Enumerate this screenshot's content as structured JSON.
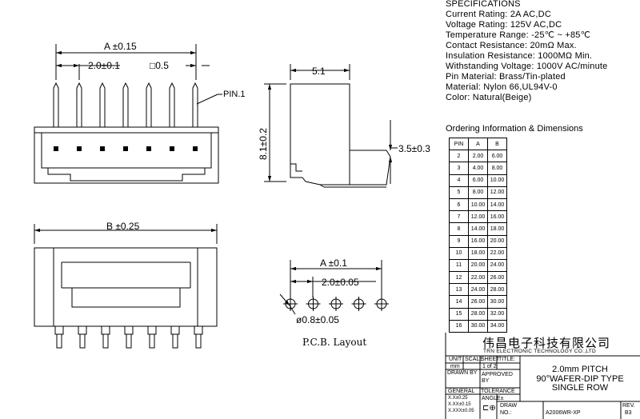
{
  "specifications": {
    "heading": "SPECIFICATIONS",
    "lines": [
      "Current Rating: 2A AC,DC",
      "Voltage Rating: 125V AC,DC",
      "Temperature Range: -25℃ ~ +85℃",
      "Contact Resistance: 20mΩ Max.",
      "Insulation Resistance: 1000MΩ Min.",
      "Withstanding Voltage: 1000V AC/minute",
      "Pin Material: Brass/Tin-plated",
      "Material: Nylon 66,UL94V-0",
      "Color: Natural(Beige)"
    ]
  },
  "ordering": {
    "title": "Ordering Information & Dimensions",
    "headers": [
      "PIN",
      "A",
      "B"
    ],
    "rows": [
      [
        "2",
        "2.00",
        "6.00"
      ],
      [
        "3",
        "4.00",
        "8.00"
      ],
      [
        "4",
        "6.00",
        "10.00"
      ],
      [
        "5",
        "8.00",
        "12.00"
      ],
      [
        "6",
        "10.00",
        "14.00"
      ],
      [
        "7",
        "12.00",
        "16.00"
      ],
      [
        "8",
        "14.00",
        "18.00"
      ],
      [
        "9",
        "16.00",
        "20.00"
      ],
      [
        "10",
        "18.00",
        "22.00"
      ],
      [
        "11",
        "20.00",
        "24.00"
      ],
      [
        "12",
        "22.00",
        "26.00"
      ],
      [
        "13",
        "24.00",
        "28.00"
      ],
      [
        "14",
        "26.00",
        "30.00"
      ],
      [
        "15",
        "28.00",
        "32.00"
      ],
      [
        "16",
        "30.00",
        "34.00"
      ]
    ]
  },
  "dimensions": {
    "front_a": "A ±0.15",
    "pitch": "2.0±0.1",
    "pin_square": "□0.5",
    "pin1": "PIN.1",
    "side_width": "5.1",
    "side_height": "8.1±0.2",
    "side_offset": "3.5±0.3",
    "bottom_b": "B ±0.25",
    "pcb_a": "A ±0.1",
    "pcb_pitch": "2.0±0.05",
    "pcb_hole": "ø0.8±0.05",
    "pcb_label": "P.C.B. Layout"
  },
  "title_block": {
    "company_cn": "伟昌电子科技有限公司",
    "company_en": "TRN ELECTRONIC TECHNOLOGY CO.,LTD",
    "unit_label": "UNIT",
    "unit_value": "mm",
    "scale_label": "SCALE",
    "sheet_label": "SHEET",
    "sheet_value": "1 of 2",
    "title_label": "TITLE:",
    "drawn_by": "DRAWN BY",
    "approved_by_1": "APPROVED",
    "approved_by_2": "BY",
    "general": "GENERAL",
    "tolerance": "TOLERANCE",
    "tol_1": "X.X±0.25",
    "tol_2": "X.XX±0.15",
    "tol_3": "X.XXX±0.05",
    "angle": "ANGLE±",
    "draw_no_label_1": "DRAW",
    "draw_no_label_2": "NO.:",
    "draw_no": "A2006WR-XP",
    "rev_label": "REV.",
    "rev_value": "B3",
    "title_lines": [
      "2.0mm PITCH",
      "90°WAFER-DIP TYPE",
      "SINGLE ROW"
    ]
  }
}
